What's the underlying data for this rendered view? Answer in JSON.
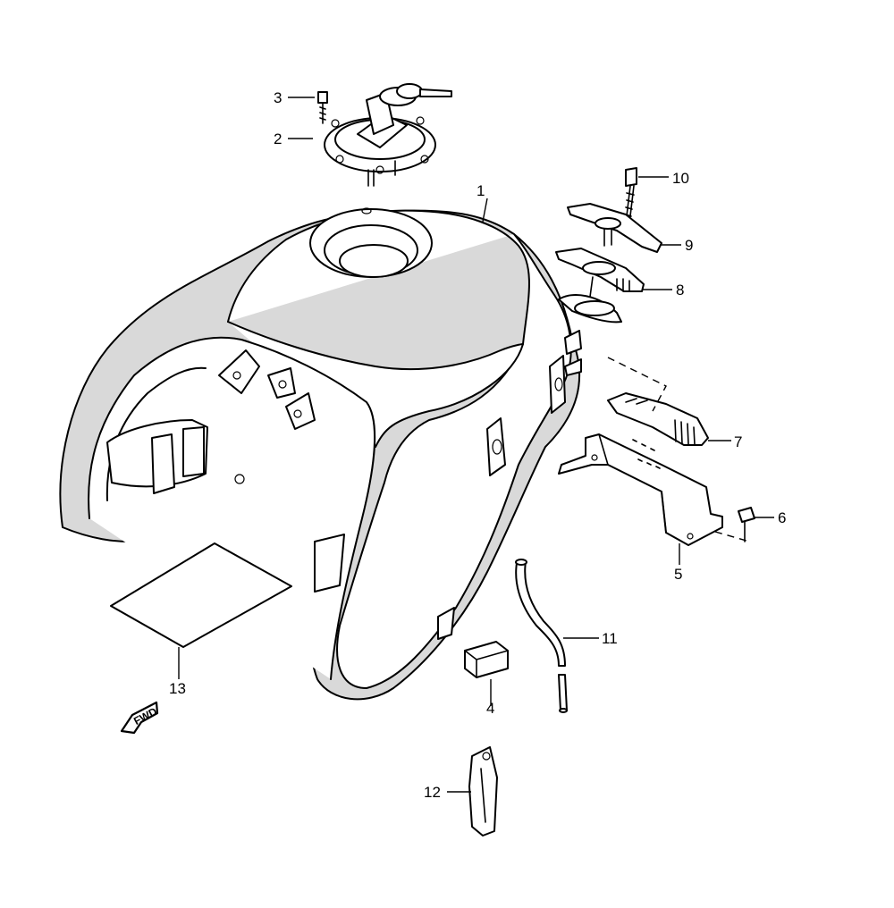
{
  "diagram": {
    "fwd_label": "FWD",
    "callouts": [
      {
        "id": "1",
        "label": "1"
      },
      {
        "id": "2",
        "label": "2"
      },
      {
        "id": "3",
        "label": "3"
      },
      {
        "id": "4",
        "label": "4"
      },
      {
        "id": "5",
        "label": "5"
      },
      {
        "id": "6",
        "label": "6"
      },
      {
        "id": "7",
        "label": "7"
      },
      {
        "id": "8",
        "label": "8"
      },
      {
        "id": "9",
        "label": "9"
      },
      {
        "id": "10",
        "label": "10"
      },
      {
        "id": "11",
        "label": "11"
      },
      {
        "id": "12",
        "label": "12"
      },
      {
        "id": "13",
        "label": "13"
      }
    ]
  }
}
